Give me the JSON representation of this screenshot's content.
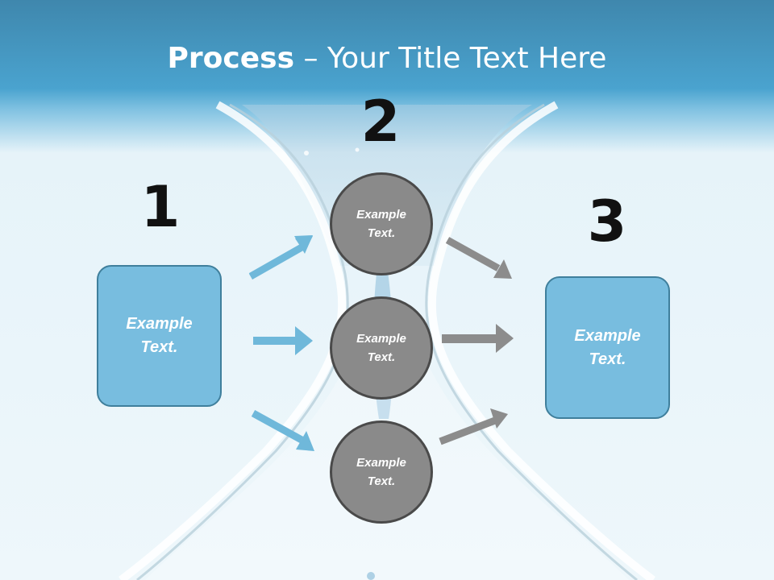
{
  "title": {
    "bold": "Process",
    "rest": " – Your Title Text Here"
  },
  "steps": {
    "num1": "1",
    "num2": "2",
    "num3": "3"
  },
  "left_box": {
    "text": "Example\nText."
  },
  "right_box": {
    "text": "Example\nText."
  },
  "circles": [
    {
      "text": "Example\nText."
    },
    {
      "text": "Example\nText."
    },
    {
      "text": "Example\nText."
    }
  ],
  "colors": {
    "box_fill": "#78bddf",
    "circle_fill": "#8a8a8a",
    "arrow_blue": "#6fb8da",
    "arrow_gray": "#8c8c8c"
  }
}
